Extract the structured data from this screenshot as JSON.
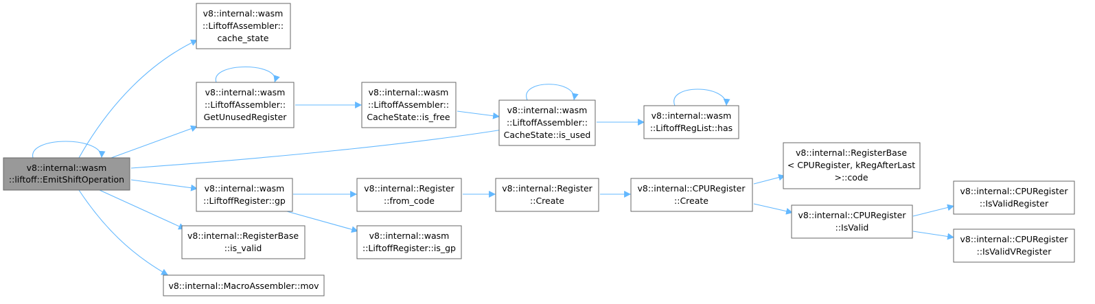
{
  "colors": {
    "edge": "#63b8ff",
    "node_border": "#666666",
    "root_fill": "#999999",
    "node_fill": "#ffffff"
  },
  "nodes": {
    "emit_shift_operation": {
      "lines": [
        "v8::internal::wasm",
        "::liftoff::EmitShiftOperation"
      ],
      "root": true
    },
    "cache_state": {
      "lines": [
        "v8::internal::wasm",
        "::LiftoffAssembler::",
        "cache_state"
      ]
    },
    "get_unused_register": {
      "lines": [
        "v8::internal::wasm",
        "::LiftoffAssembler::",
        "GetUnusedRegister"
      ]
    },
    "is_free": {
      "lines": [
        "v8::internal::wasm",
        "::LiftoffAssembler::",
        "CacheState::is_free"
      ]
    },
    "is_used": {
      "lines": [
        "v8::internal::wasm",
        "::LiftoffAssembler::",
        "CacheState::is_used"
      ]
    },
    "reglist_has": {
      "lines": [
        "v8::internal::wasm",
        "::LiftoffRegList::has"
      ]
    },
    "liftoff_register_gp": {
      "lines": [
        "v8::internal::wasm",
        "::LiftoffRegister::gp"
      ]
    },
    "register_from_code": {
      "lines": [
        "v8::internal::Register",
        "::from_code"
      ]
    },
    "register_create": {
      "lines": [
        "v8::internal::Register",
        "::Create"
      ]
    },
    "cpuregister_create": {
      "lines": [
        "v8::internal::CPURegister",
        "::Create"
      ]
    },
    "registerbase_code": {
      "lines": [
        "v8::internal::RegisterBase",
        "< CPURegister, kRegAfterLast",
        ">::code"
      ]
    },
    "cpuregister_isvalid": {
      "lines": [
        "v8::internal::CPURegister",
        "::IsValid"
      ]
    },
    "is_valid_register": {
      "lines": [
        "v8::internal::CPURegister",
        "::IsValidRegister"
      ]
    },
    "is_valid_vregister": {
      "lines": [
        "v8::internal::CPURegister",
        "::IsValidVRegister"
      ]
    },
    "registerbase_is_valid": {
      "lines": [
        "v8::internal::RegisterBase",
        "::is_valid"
      ]
    },
    "liftoff_register_is_gp": {
      "lines": [
        "v8::internal::wasm",
        "::LiftoffRegister::is_gp"
      ]
    },
    "macro_assembler_mov": {
      "lines": [
        "v8::internal::MacroAssembler::mov"
      ]
    }
  }
}
